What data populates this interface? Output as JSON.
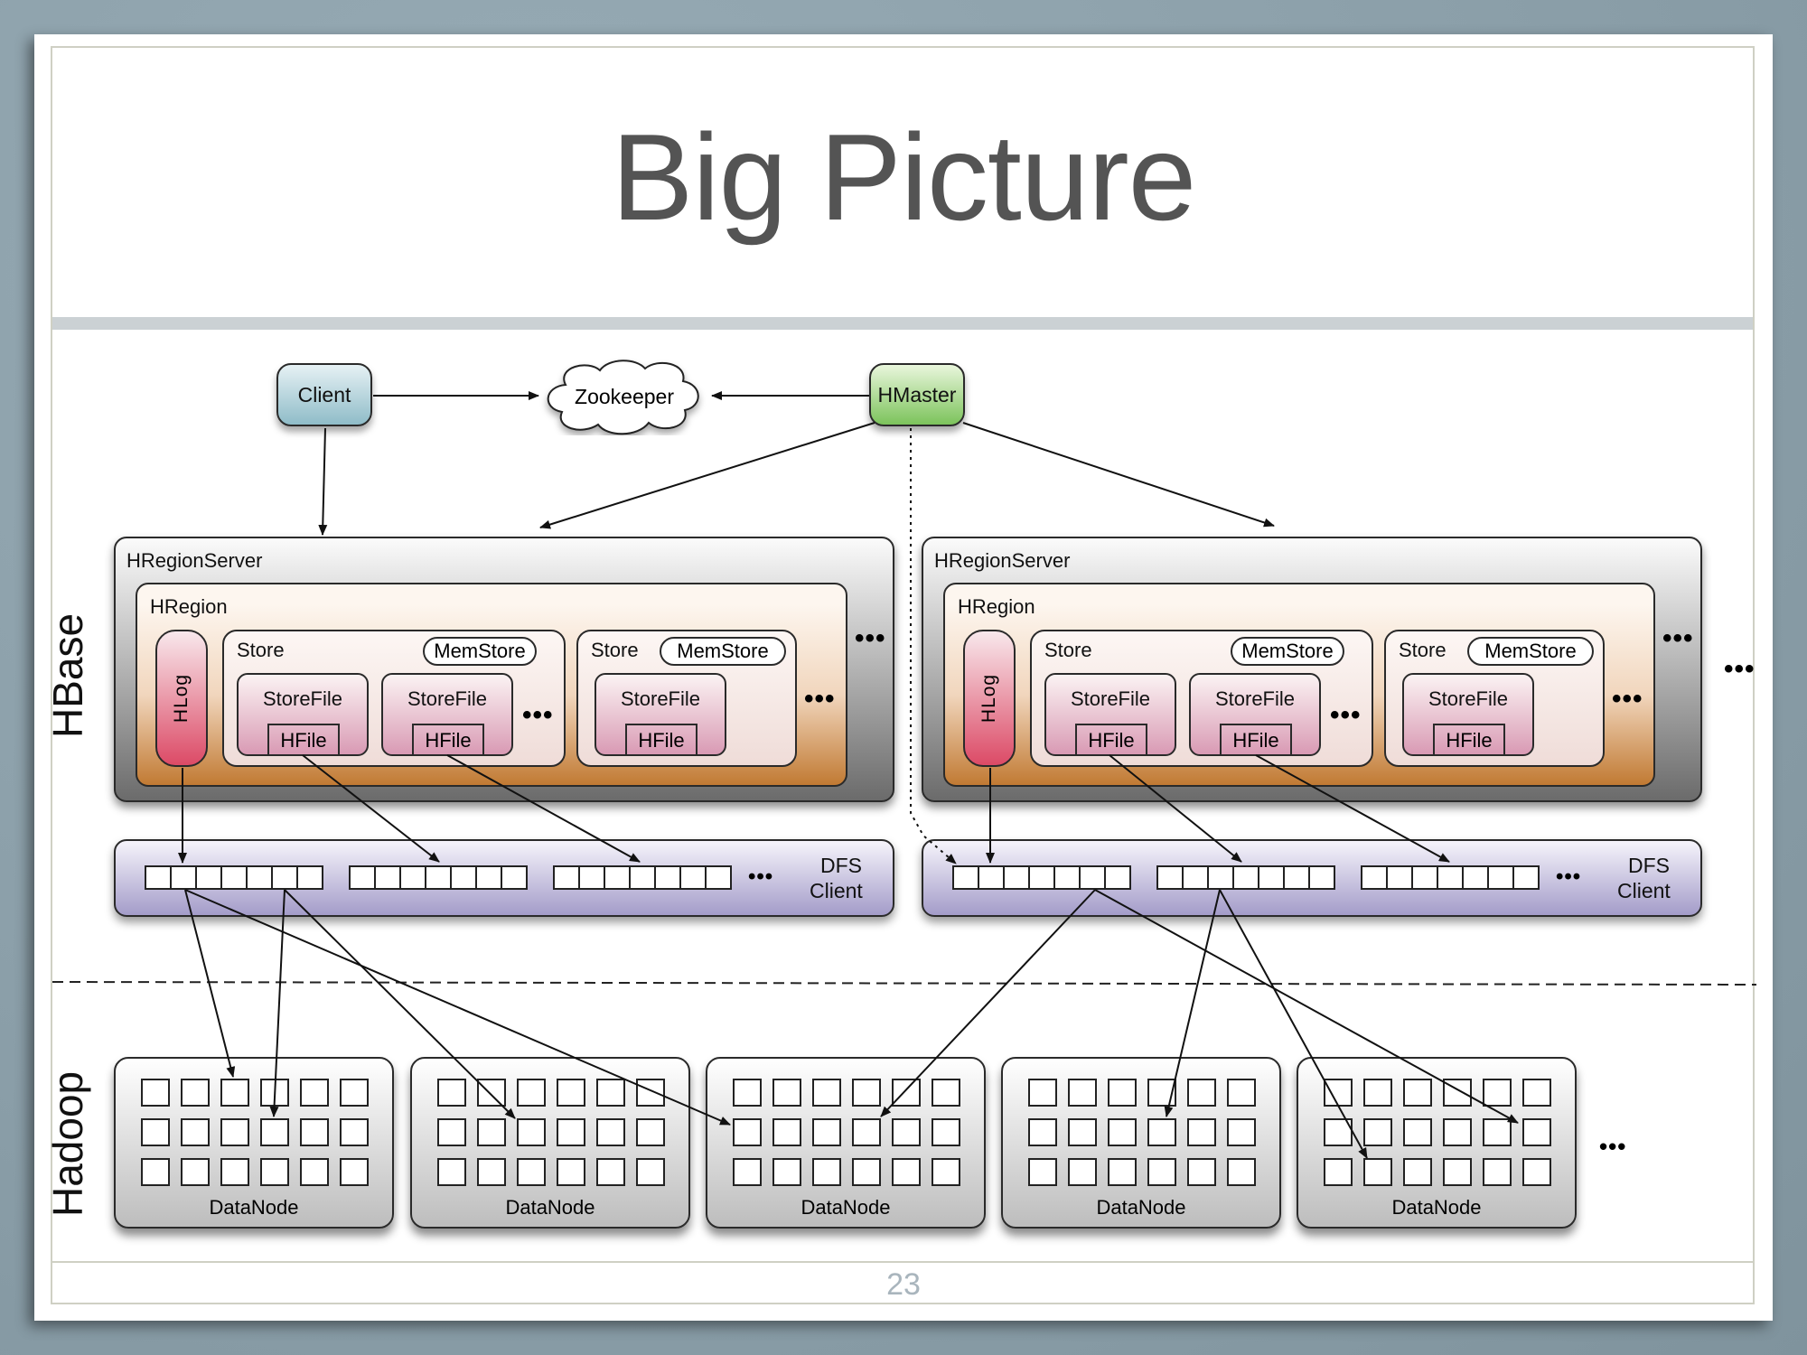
{
  "slide": {
    "title": "Big Picture",
    "page_number": "23"
  },
  "sections": {
    "hbase_label": "HBase",
    "hadoop_label": "Hadoop"
  },
  "top": {
    "client": "Client",
    "zookeeper": "Zookeeper",
    "hmaster": "HMaster"
  },
  "region_servers": [
    {
      "label": "HRegionServer",
      "region_label": "HRegion",
      "hlog": "HLog",
      "stores": [
        {
          "label": "Store",
          "memstore": "MemStore",
          "storefiles": [
            {
              "label": "StoreFile",
              "hfile": "HFile"
            },
            {
              "label": "StoreFile",
              "hfile": "HFile"
            }
          ],
          "more": "•••"
        },
        {
          "label": "Store",
          "memstore": "MemStore",
          "storefiles": [
            {
              "label": "StoreFile",
              "hfile": "HFile"
            }
          ]
        }
      ],
      "stores_more": "•••",
      "regions_more": "•••",
      "dfs_label_1": "DFS",
      "dfs_label_2": "Client",
      "dfs_more": "•••"
    },
    {
      "label": "HRegionServer",
      "region_label": "HRegion",
      "hlog": "HLog",
      "stores": [
        {
          "label": "Store",
          "memstore": "MemStore",
          "storefiles": [
            {
              "label": "StoreFile",
              "hfile": "HFile"
            },
            {
              "label": "StoreFile",
              "hfile": "HFile"
            }
          ],
          "more": "•••"
        },
        {
          "label": "Store",
          "memstore": "MemStore",
          "storefiles": [
            {
              "label": "StoreFile",
              "hfile": "HFile"
            }
          ]
        }
      ],
      "stores_more": "•••",
      "regions_more": "•••",
      "dfs_label_1": "DFS",
      "dfs_label_2": "Client",
      "dfs_more": "•••"
    }
  ],
  "servers_more": "•••",
  "datanodes": [
    {
      "label": "DataNode"
    },
    {
      "label": "DataNode"
    },
    {
      "label": "DataNode"
    },
    {
      "label": "DataNode"
    },
    {
      "label": "DataNode"
    }
  ],
  "datanodes_more": "•••",
  "colors": {
    "client": "#8fbcc8",
    "hmaster": "#7cc35b",
    "hregion": "#c17a33",
    "hlog": "#dc4a66",
    "storefile": "#d99ab4",
    "dfs_client": "#a49cc9",
    "datanode": "#bdbdbd",
    "title_text": "#545454"
  }
}
